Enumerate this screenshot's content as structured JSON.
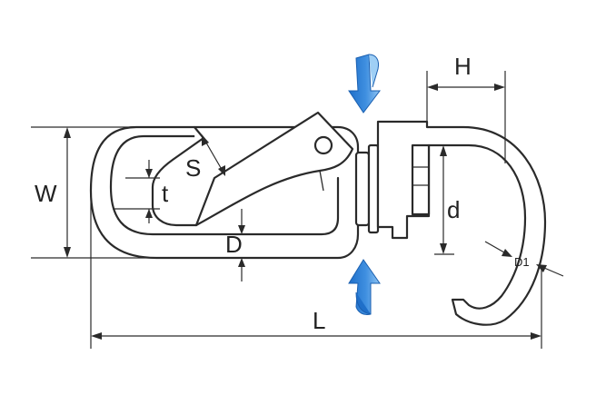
{
  "labels": {
    "H": "H",
    "W": "W",
    "S": "S",
    "t": "t",
    "d": "d",
    "D": "D",
    "D1": "D1",
    "L": "L"
  },
  "colors": {
    "arrow_dark": "#1f6fc9",
    "arrow_light": "#7fb7ee",
    "line": "#2a2a2a"
  },
  "icons": {
    "top_arrow": "blue-down-arrow-icon",
    "bottom_arrow": "blue-up-arrow-icon"
  }
}
